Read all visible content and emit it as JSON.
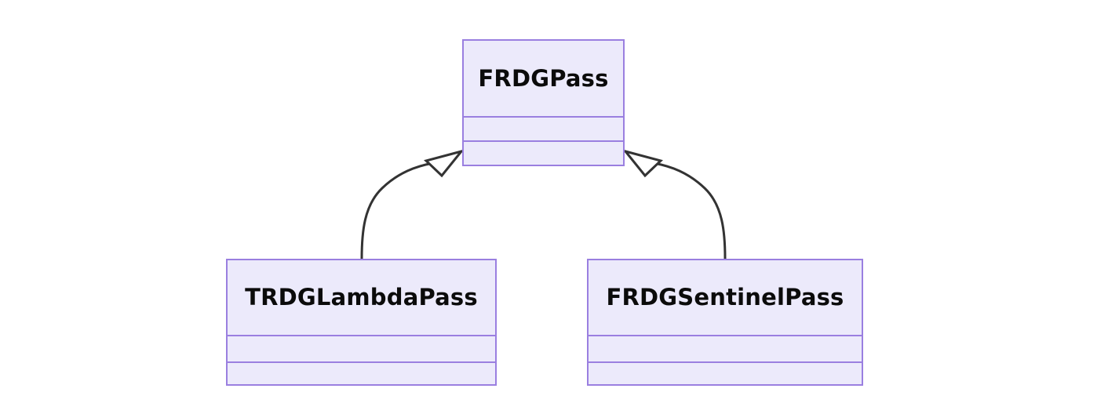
{
  "diagram": {
    "type": "uml-class-diagram",
    "background_color": "#FFFFFF",
    "node_fill_color": "#ECEAFB",
    "node_border_color": "#9A7FE0",
    "edge_color": "#333333",
    "text_color": "#0B0B0B",
    "nodes": [
      {
        "id": "parent",
        "name": "FRDGPass",
        "attributes": [],
        "methods": []
      },
      {
        "id": "child-left",
        "name": "TRDGLambdaPass",
        "attributes": [],
        "methods": []
      },
      {
        "id": "child-right",
        "name": "FRDGSentinelPass",
        "attributes": [],
        "methods": []
      }
    ],
    "relationships": [
      {
        "id": "edge-left",
        "type": "generalization",
        "arrow": "hollow-triangle",
        "from": "TRDGLambdaPass",
        "to": "FRDGPass",
        "label": ""
      },
      {
        "id": "edge-right",
        "type": "generalization",
        "arrow": "hollow-triangle",
        "from": "FRDGSentinelPass",
        "to": "FRDGPass",
        "label": ""
      }
    ]
  }
}
